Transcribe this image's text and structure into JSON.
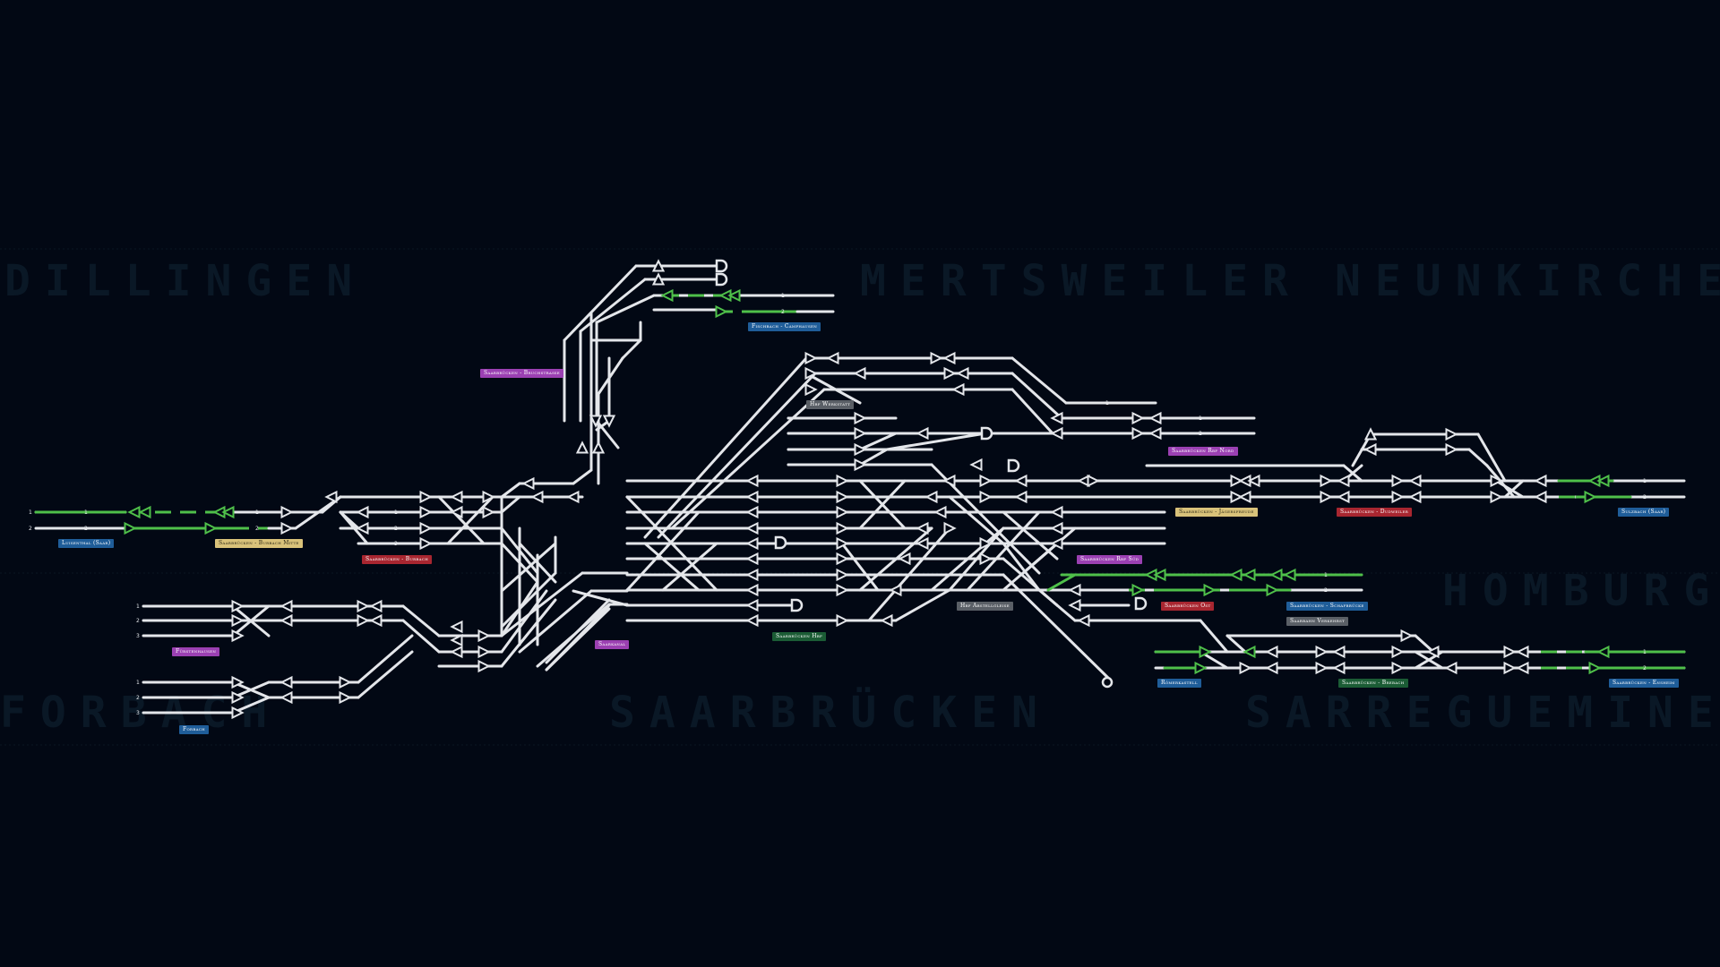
{
  "background_labels": [
    {
      "key": "dillingen",
      "text": "DILLINGEN"
    },
    {
      "key": "merzig",
      "text": "MERTSWEILER"
    },
    {
      "key": "neunkirchen",
      "text": "NEUNKIRCHEN"
    },
    {
      "key": "homburg",
      "text": "HOMBURG"
    },
    {
      "key": "saarbruecken",
      "text": "SAARBRÜCKEN"
    },
    {
      "key": "sarreguemines",
      "text": "SARREGUEMINES"
    },
    {
      "key": "forbach",
      "text": "FORBACH"
    }
  ],
  "stations": [
    {
      "id": "luisenthal",
      "text": "Luisenthal (Saar)",
      "color": "blue"
    },
    {
      "id": "burbach-mitte",
      "text": "Saarbrücken - Burbach Mitte",
      "color": "yellow"
    },
    {
      "id": "burbach",
      "text": "Saarbrücken - Burbach",
      "color": "red"
    },
    {
      "id": "fuerstenhausen",
      "text": "Fürstenhausen",
      "color": "purple"
    },
    {
      "id": "forbach",
      "text": "Forbach",
      "color": "blue"
    },
    {
      "id": "bruchstrasse",
      "text": "Saarbrücken - Bruchstraße",
      "color": "purple"
    },
    {
      "id": "fischbach",
      "text": "Fischbach - Camphausen",
      "color": "blue"
    },
    {
      "id": "saarkanal",
      "text": "Saarkanal",
      "color": "purple"
    },
    {
      "id": "hbf-werkstatt",
      "text": "Hbf Werkstatt",
      "color": "gray"
    },
    {
      "id": "hbf",
      "text": "Saarbrücken Hbf",
      "color": "green"
    },
    {
      "id": "hbf-abstellgleise",
      "text": "Hbf Abstellgleise",
      "color": "gray"
    },
    {
      "id": "rbf-nord",
      "text": "Saarbrücken Rbf Nord",
      "color": "purple"
    },
    {
      "id": "rbf-sued",
      "text": "Saarbrücken Rbf Süd",
      "color": "purple"
    },
    {
      "id": "jaegersfreude",
      "text": "Saarbrücken - Jägersfreude",
      "color": "yellow"
    },
    {
      "id": "dudweiler",
      "text": "Saarbrücken - Dudweiler",
      "color": "red"
    },
    {
      "id": "sulzbach",
      "text": "Sulzbach (Saar)",
      "color": "blue"
    },
    {
      "id": "ost",
      "text": "Saarbrücken Ost",
      "color": "red"
    },
    {
      "id": "schafbruecke",
      "text": "Saarbrücken - Schafbrücke",
      "color": "blue"
    },
    {
      "id": "verkehrst",
      "text": "Saarbahn Verkehrst",
      "color": "gray"
    },
    {
      "id": "roemerkastell",
      "text": "Römerkastell",
      "color": "blue"
    },
    {
      "id": "brebach",
      "text": "Saarbrücken - Brebach",
      "color": "green"
    },
    {
      "id": "ensheim",
      "text": "Saarbrücken - Ensheim",
      "color": "blue"
    }
  ],
  "colors": {
    "background": "#020814",
    "track": "#e4e6ea",
    "route_active": "#4fc04a",
    "blue": "#1f5d99",
    "purple": "#9b40b2",
    "red": "#a82630",
    "yellow": "#d9c27a",
    "green": "#1b5c35",
    "gray": "#5a5f66"
  }
}
